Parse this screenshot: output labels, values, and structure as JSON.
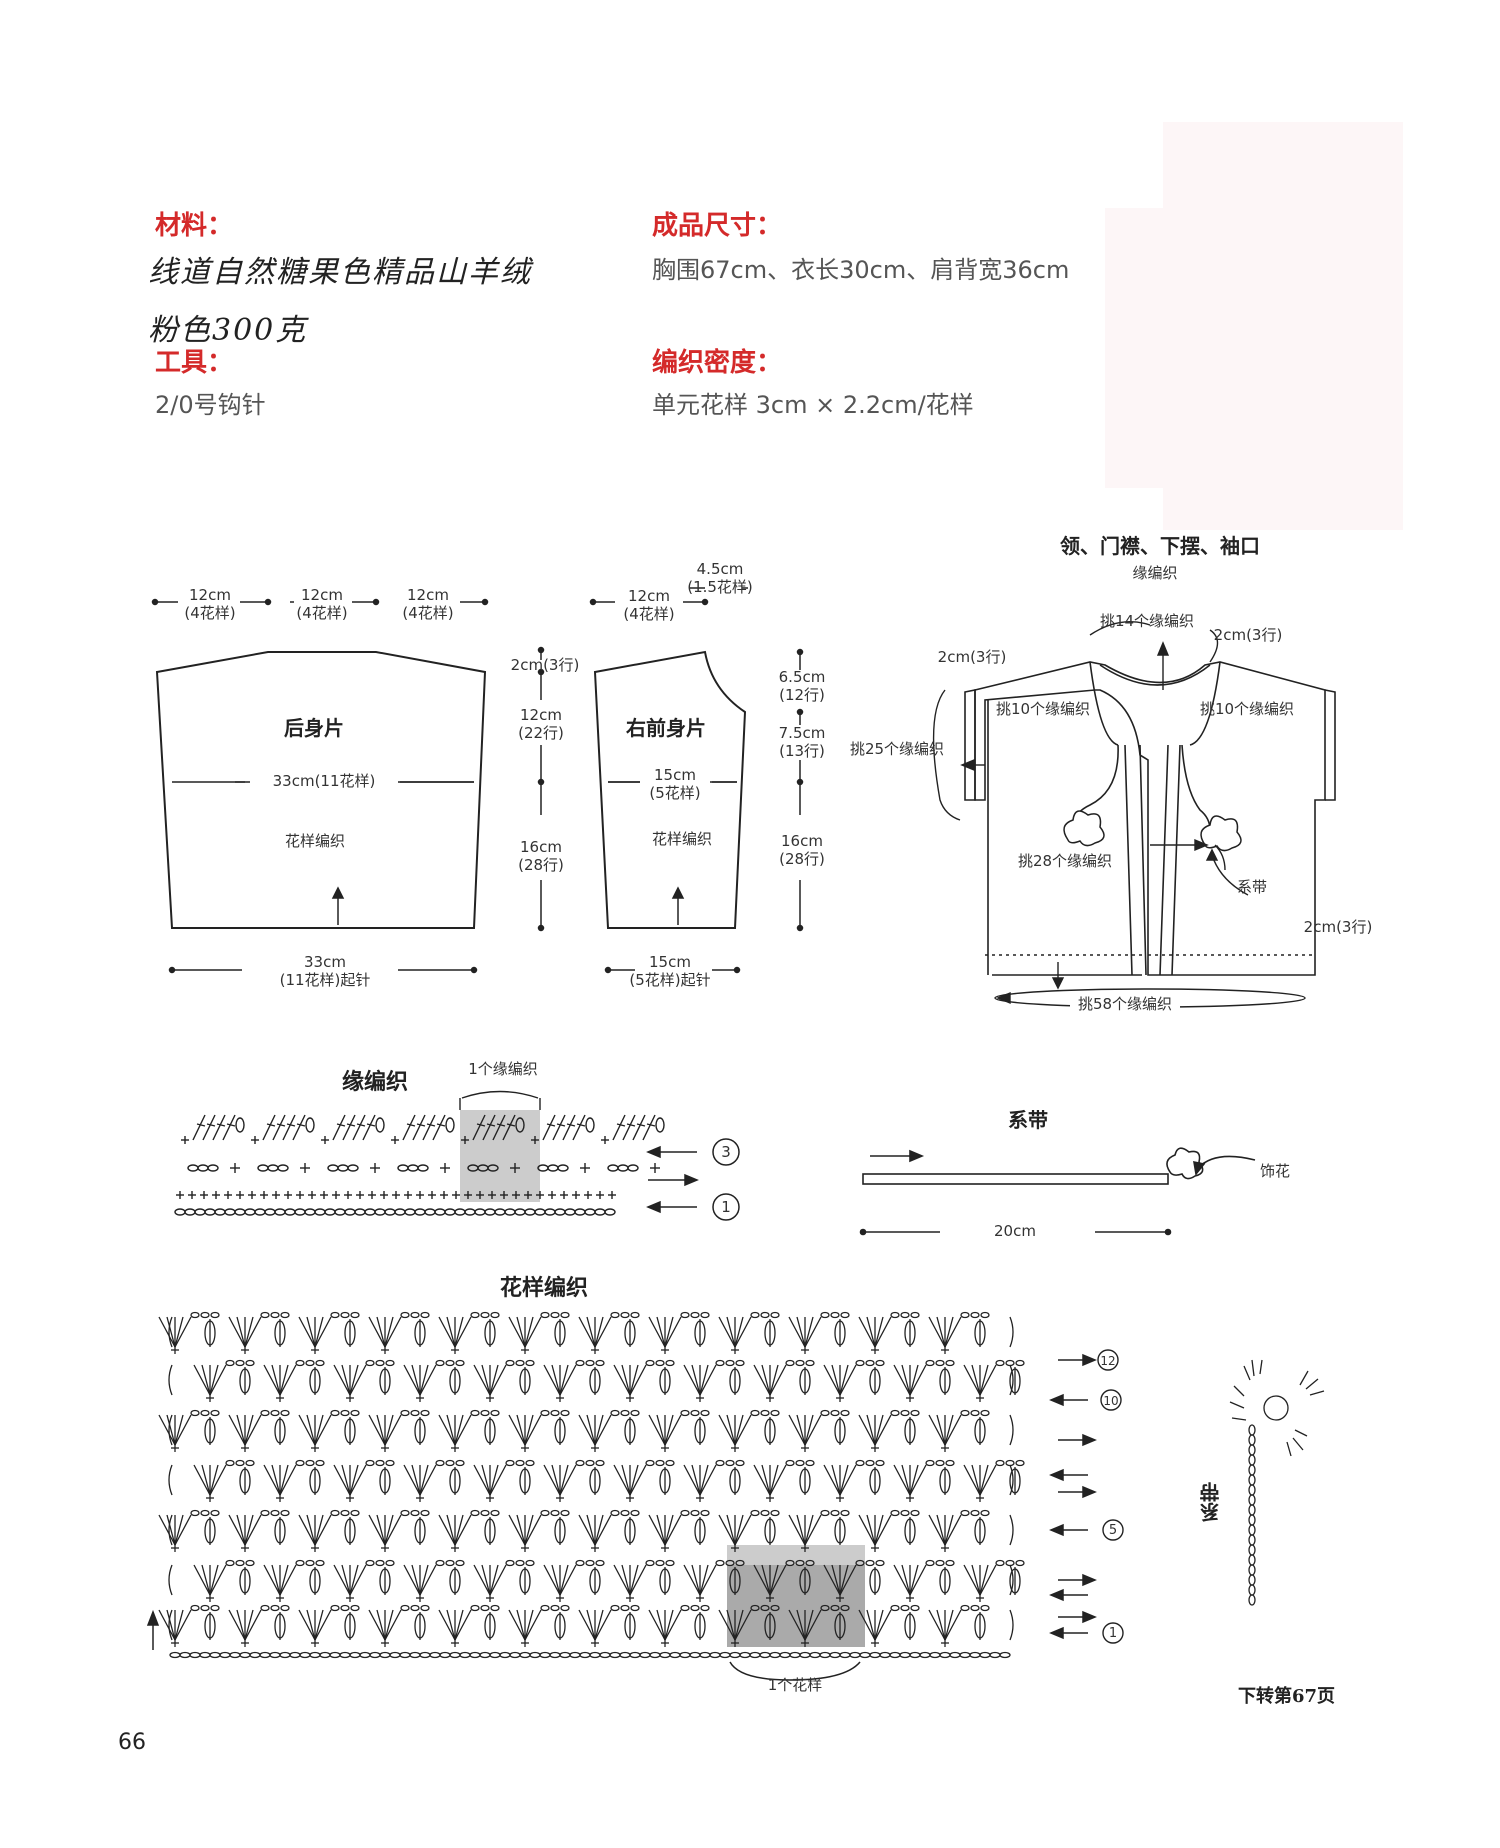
{
  "materials": {
    "label": "材料：",
    "line1": "线道自然糖果色精品山羊绒",
    "line2": "粉色300克"
  },
  "size": {
    "label": "成品尺寸：",
    "value": "胸围67cm、衣长30cm、肩背宽36cm"
  },
  "tools": {
    "label": "工具：",
    "value": "2/0号钩针"
  },
  "density": {
    "label": "编织密度：",
    "value": "单元花样 3cm × 2.2cm/花样"
  },
  "back": {
    "title": "后身片",
    "top1": "12cm",
    "top1b": "(4花样)",
    "top2": "12cm",
    "top2b": "(4花样)",
    "top3": "12cm",
    "top3b": "(4花样)",
    "mid": "33cm(11花样)",
    "pattern": "花样编织",
    "bottom": "33cm",
    "bottomb": "(11花样)起针",
    "h1": "2cm(3行)",
    "h2": "12cm",
    "h2b": "(22行)",
    "h3": "16cm",
    "h3b": "(28行)"
  },
  "front": {
    "title": "右前身片",
    "top1": "12cm",
    "top1b": "(4花样)",
    "top2": "4.5cm",
    "top2b": "(1.5花样)",
    "mid": "15cm",
    "midb": "(5花样)",
    "pattern": "花样编织",
    "bottom": "15cm",
    "bottomb": "(5花样)起针",
    "r1": "6.5cm",
    "r1b": "(12行)",
    "r2": "7.5cm",
    "r2b": "(13行)",
    "r3": "16cm",
    "r3b": "(28行)"
  },
  "assembly": {
    "title": "领、门襟、下摆、袖口",
    "subtitle": "缘编织",
    "neck": "挑14个缘编织",
    "neck_rows": "2cm(3行)",
    "left_rows": "2cm(3行)",
    "left_shoulder": "挑10个缘编织",
    "right_shoulder": "挑10个缘编织",
    "sleeve": "挑25个缘编织",
    "front_band": "挑28个缘编织",
    "tie": "系带",
    "hem_rows": "2cm(3行)",
    "hem": "挑58个缘编织"
  },
  "edging": {
    "title": "缘编织",
    "unit": "1个缘编织",
    "row3": "3",
    "row1": "1"
  },
  "tie_diagram": {
    "title": "系带",
    "flower": "饰花",
    "length": "20cm"
  },
  "pattern_chart": {
    "title": "花样编织",
    "unit": "1个花样",
    "r12": "12",
    "r10": "10",
    "r5": "5",
    "r1": "1"
  },
  "tie_chart": {
    "label": "系带"
  },
  "footer": {
    "continued": "下转第67页",
    "page": "66"
  }
}
